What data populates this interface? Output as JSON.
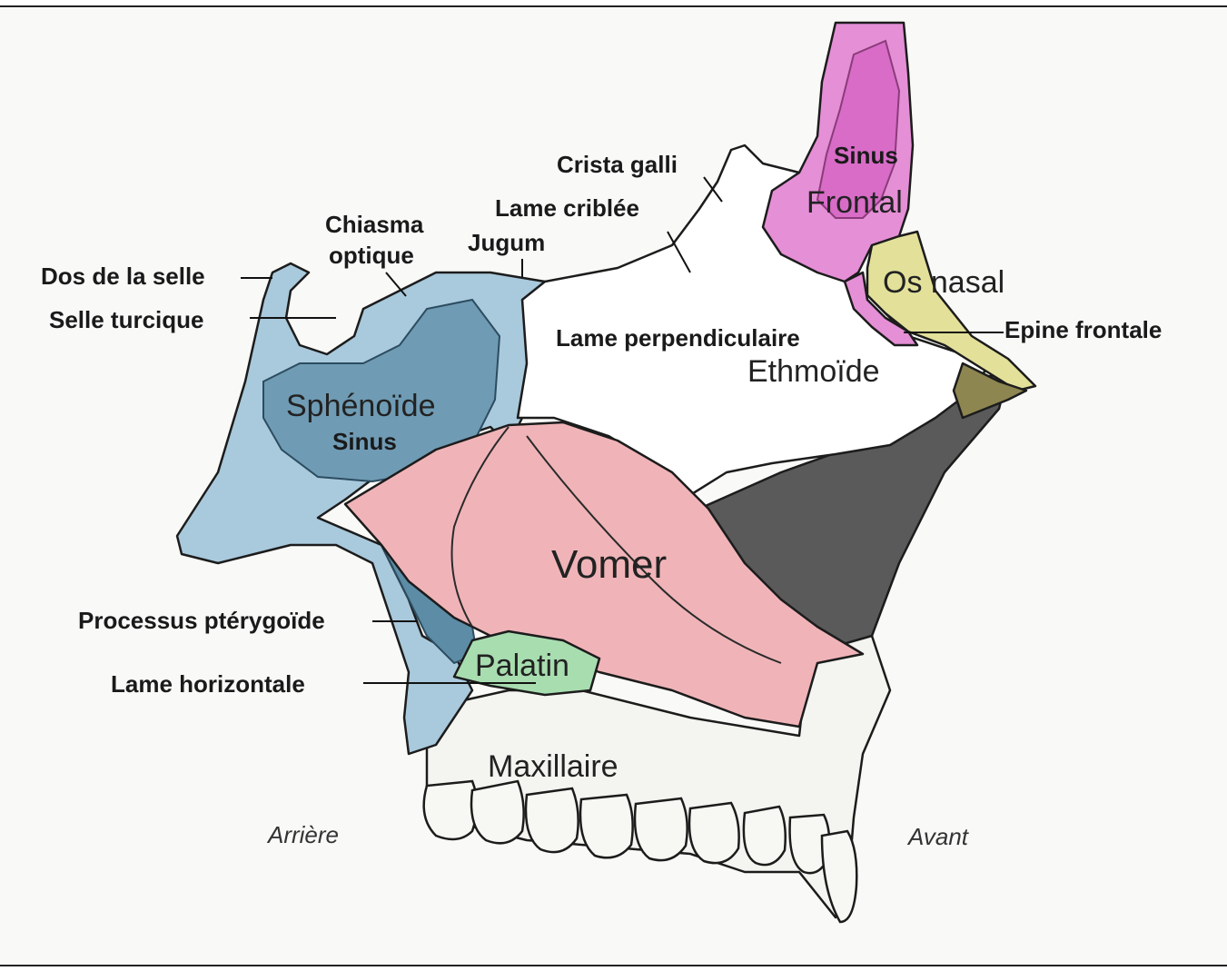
{
  "labels": {
    "crista_galli": "Crista galli",
    "lame_criblee": "Lame criblée",
    "chiasma_optique_1": "Chiasma",
    "chiasma_optique_2": "optique",
    "jugum": "Jugum",
    "dos_selle": "Dos de la selle",
    "selle_turcique": "Selle turcique",
    "lame_perpendiculaire": "Lame perpendiculaire",
    "ethmoide": "Ethmoïde",
    "sinus_frontal_1": "Sinus",
    "sinus_frontal_2": "Frontal",
    "os_nasal": "Os nasal",
    "epine_frontale": "Epine frontale",
    "sphenoide": "Sphénoïde",
    "sphenoide_sinus": "Sinus",
    "vomer": "Vomer",
    "processus_pterygoide": "Processus ptérygoïde",
    "palatin": "Palatin",
    "lame_horizontale": "Lame horizontale",
    "maxillaire": "Maxillaire",
    "arriere": "Arrière",
    "avant": "Avant"
  },
  "colors": {
    "sphenoid": "#a9c9dc",
    "sphenoid_dark": "#5f8fa8",
    "vomer": "#f0b4b8",
    "frontal": "#e58fd6",
    "nasal": "#e3e09a",
    "palatin": "#a8ddb0",
    "ethmoid": "#ffffff",
    "shadow": "#555555"
  }
}
